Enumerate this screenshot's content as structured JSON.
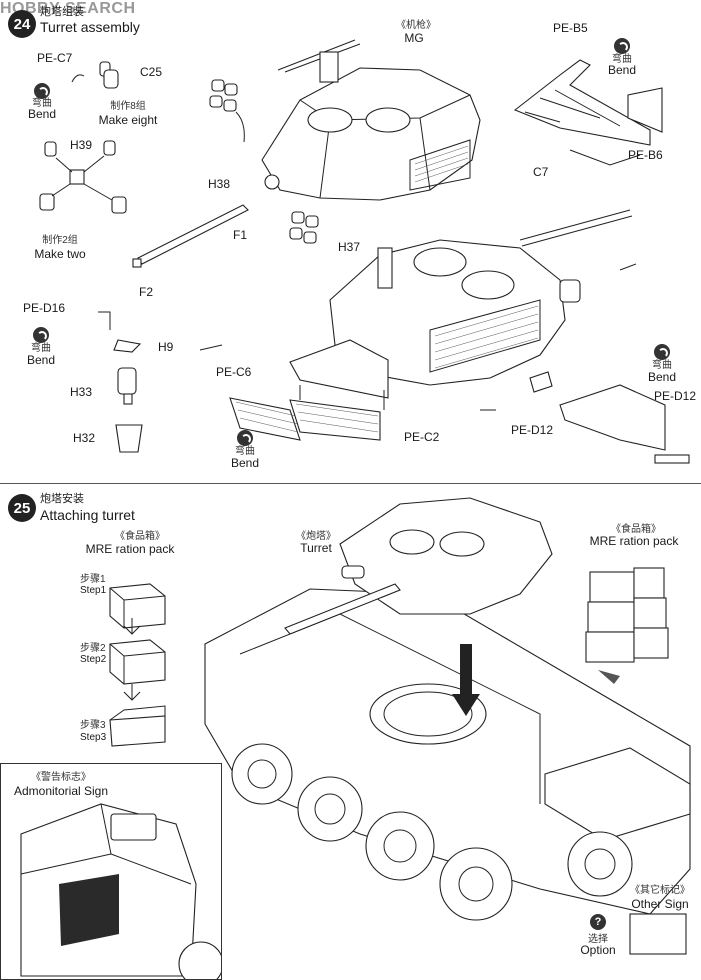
{
  "watermark": "HOBBY SEARCH",
  "step24": {
    "number": "24",
    "title_zh": "炮塔组装",
    "title_en": "Turret assembly",
    "labels": {
      "pe_c7": "PE-C7",
      "c25": "C25",
      "bend1_zh": "弯曲",
      "bend1_en": "Bend",
      "make_eight_zh": "制作8组",
      "make_eight_en": "Make eight",
      "h39": "H39",
      "make_two_zh": "制作2组",
      "make_two_en": "Make two",
      "mg_zh": "《机枪》",
      "mg_en": "MG",
      "h38": "H38",
      "f1": "F1",
      "f2": "F2",
      "h37": "H37",
      "pe_b5": "PE-B5",
      "bend2_zh": "弯曲",
      "bend2_en": "Bend",
      "pe_b6": "PE-B6",
      "c7": "C7",
      "pe_d16": "PE-D16",
      "bend3_zh": "弯曲",
      "bend3_en": "Bend",
      "h9": "H9",
      "h33": "H33",
      "h32": "H32",
      "pe_c6": "PE-C6",
      "pe_c2": "PE-C2",
      "bend4_zh": "弯曲",
      "bend4_en": "Bend",
      "pe_d12a": "PE-D12",
      "pe_d12b": "PE-D12",
      "bend5_zh": "弯曲",
      "bend5_en": "Bend"
    }
  },
  "step25": {
    "number": "25",
    "title_zh": "炮塔安装",
    "title_en": "Attaching turret",
    "labels": {
      "mre1_zh": "《食品箱》",
      "mre1_en": "MRE ration pack",
      "step1_zh": "步骤1",
      "step1_en": "Step1",
      "step2_zh": "步骤2",
      "step2_en": "Step2",
      "step3_zh": "步骤3",
      "step3_en": "Step3",
      "turret_zh": "《炮塔》",
      "turret_en": "Turret",
      "mre2_zh": "《食品箱》",
      "mre2_en": "MRE ration pack",
      "adm_zh": "《警告标志》",
      "adm_en": "Admonitorial Sign",
      "other_zh": "《其它标记》",
      "other_en": "Other Sign",
      "option_zh": "选择",
      "option_en": "Option"
    }
  }
}
